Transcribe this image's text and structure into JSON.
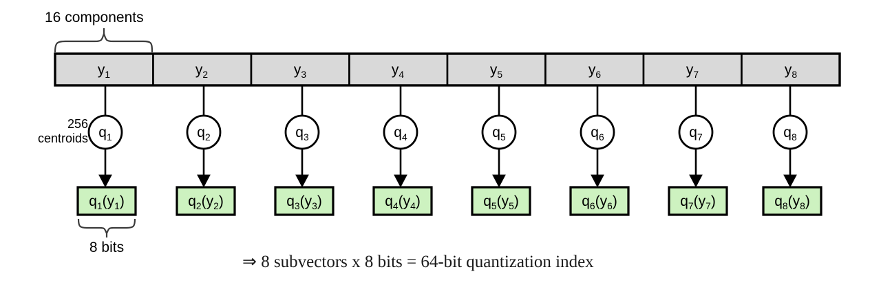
{
  "diagram": {
    "title_label": "16 components",
    "centroids_label_line1": "256",
    "centroids_label_line2": "centroids",
    "bits_label": "8 bits",
    "caption": "⇒ 8 subvectors x 8 bits = 64-bit quantization index",
    "colors": {
      "bar_fill": "#d9d9d9",
      "box_fill": "#cdf2c0",
      "stroke": "#000000",
      "background": "#ffffff",
      "caption_color": "#1a1a1a"
    },
    "subvectors": [
      {
        "index": "1",
        "vector_base": "y",
        "vector_sub": "1",
        "quantizer_base": "q",
        "quantizer_sub": "1",
        "code_base": "q",
        "code_sub": "1",
        "code_arg_base": "y",
        "code_arg_sub": "1"
      },
      {
        "index": "2",
        "vector_base": "y",
        "vector_sub": "2",
        "quantizer_base": "q",
        "quantizer_sub": "2",
        "code_base": "q",
        "code_sub": "2",
        "code_arg_base": "y",
        "code_arg_sub": "2"
      },
      {
        "index": "3",
        "vector_base": "y",
        "vector_sub": "3",
        "quantizer_base": "q",
        "quantizer_sub": "3",
        "code_base": "q",
        "code_sub": "3",
        "code_arg_base": "y",
        "code_arg_sub": "3"
      },
      {
        "index": "4",
        "vector_base": "y",
        "vector_sub": "4",
        "quantizer_base": "q",
        "quantizer_sub": "4",
        "code_base": "q",
        "code_sub": "4",
        "code_arg_base": "y",
        "code_arg_sub": "4"
      },
      {
        "index": "5",
        "vector_base": "y",
        "vector_sub": "5",
        "quantizer_base": "q",
        "quantizer_sub": "5",
        "code_base": "q",
        "code_sub": "5",
        "code_arg_base": "y",
        "code_arg_sub": "5"
      },
      {
        "index": "6",
        "vector_base": "y",
        "vector_sub": "6",
        "quantizer_base": "q",
        "quantizer_sub": "6",
        "code_base": "q",
        "code_sub": "6",
        "code_arg_base": "y",
        "code_arg_sub": "6"
      },
      {
        "index": "7",
        "vector_base": "y",
        "vector_sub": "7",
        "quantizer_base": "q",
        "quantizer_sub": "7",
        "code_base": "q",
        "code_sub": "7",
        "code_arg_base": "y",
        "code_arg_sub": "7"
      },
      {
        "index": "8",
        "vector_base": "y",
        "vector_sub": "8",
        "quantizer_base": "q",
        "quantizer_sub": "8",
        "code_base": "q",
        "code_sub": "8",
        "code_arg_base": "y",
        "code_arg_sub": "8"
      }
    ]
  }
}
